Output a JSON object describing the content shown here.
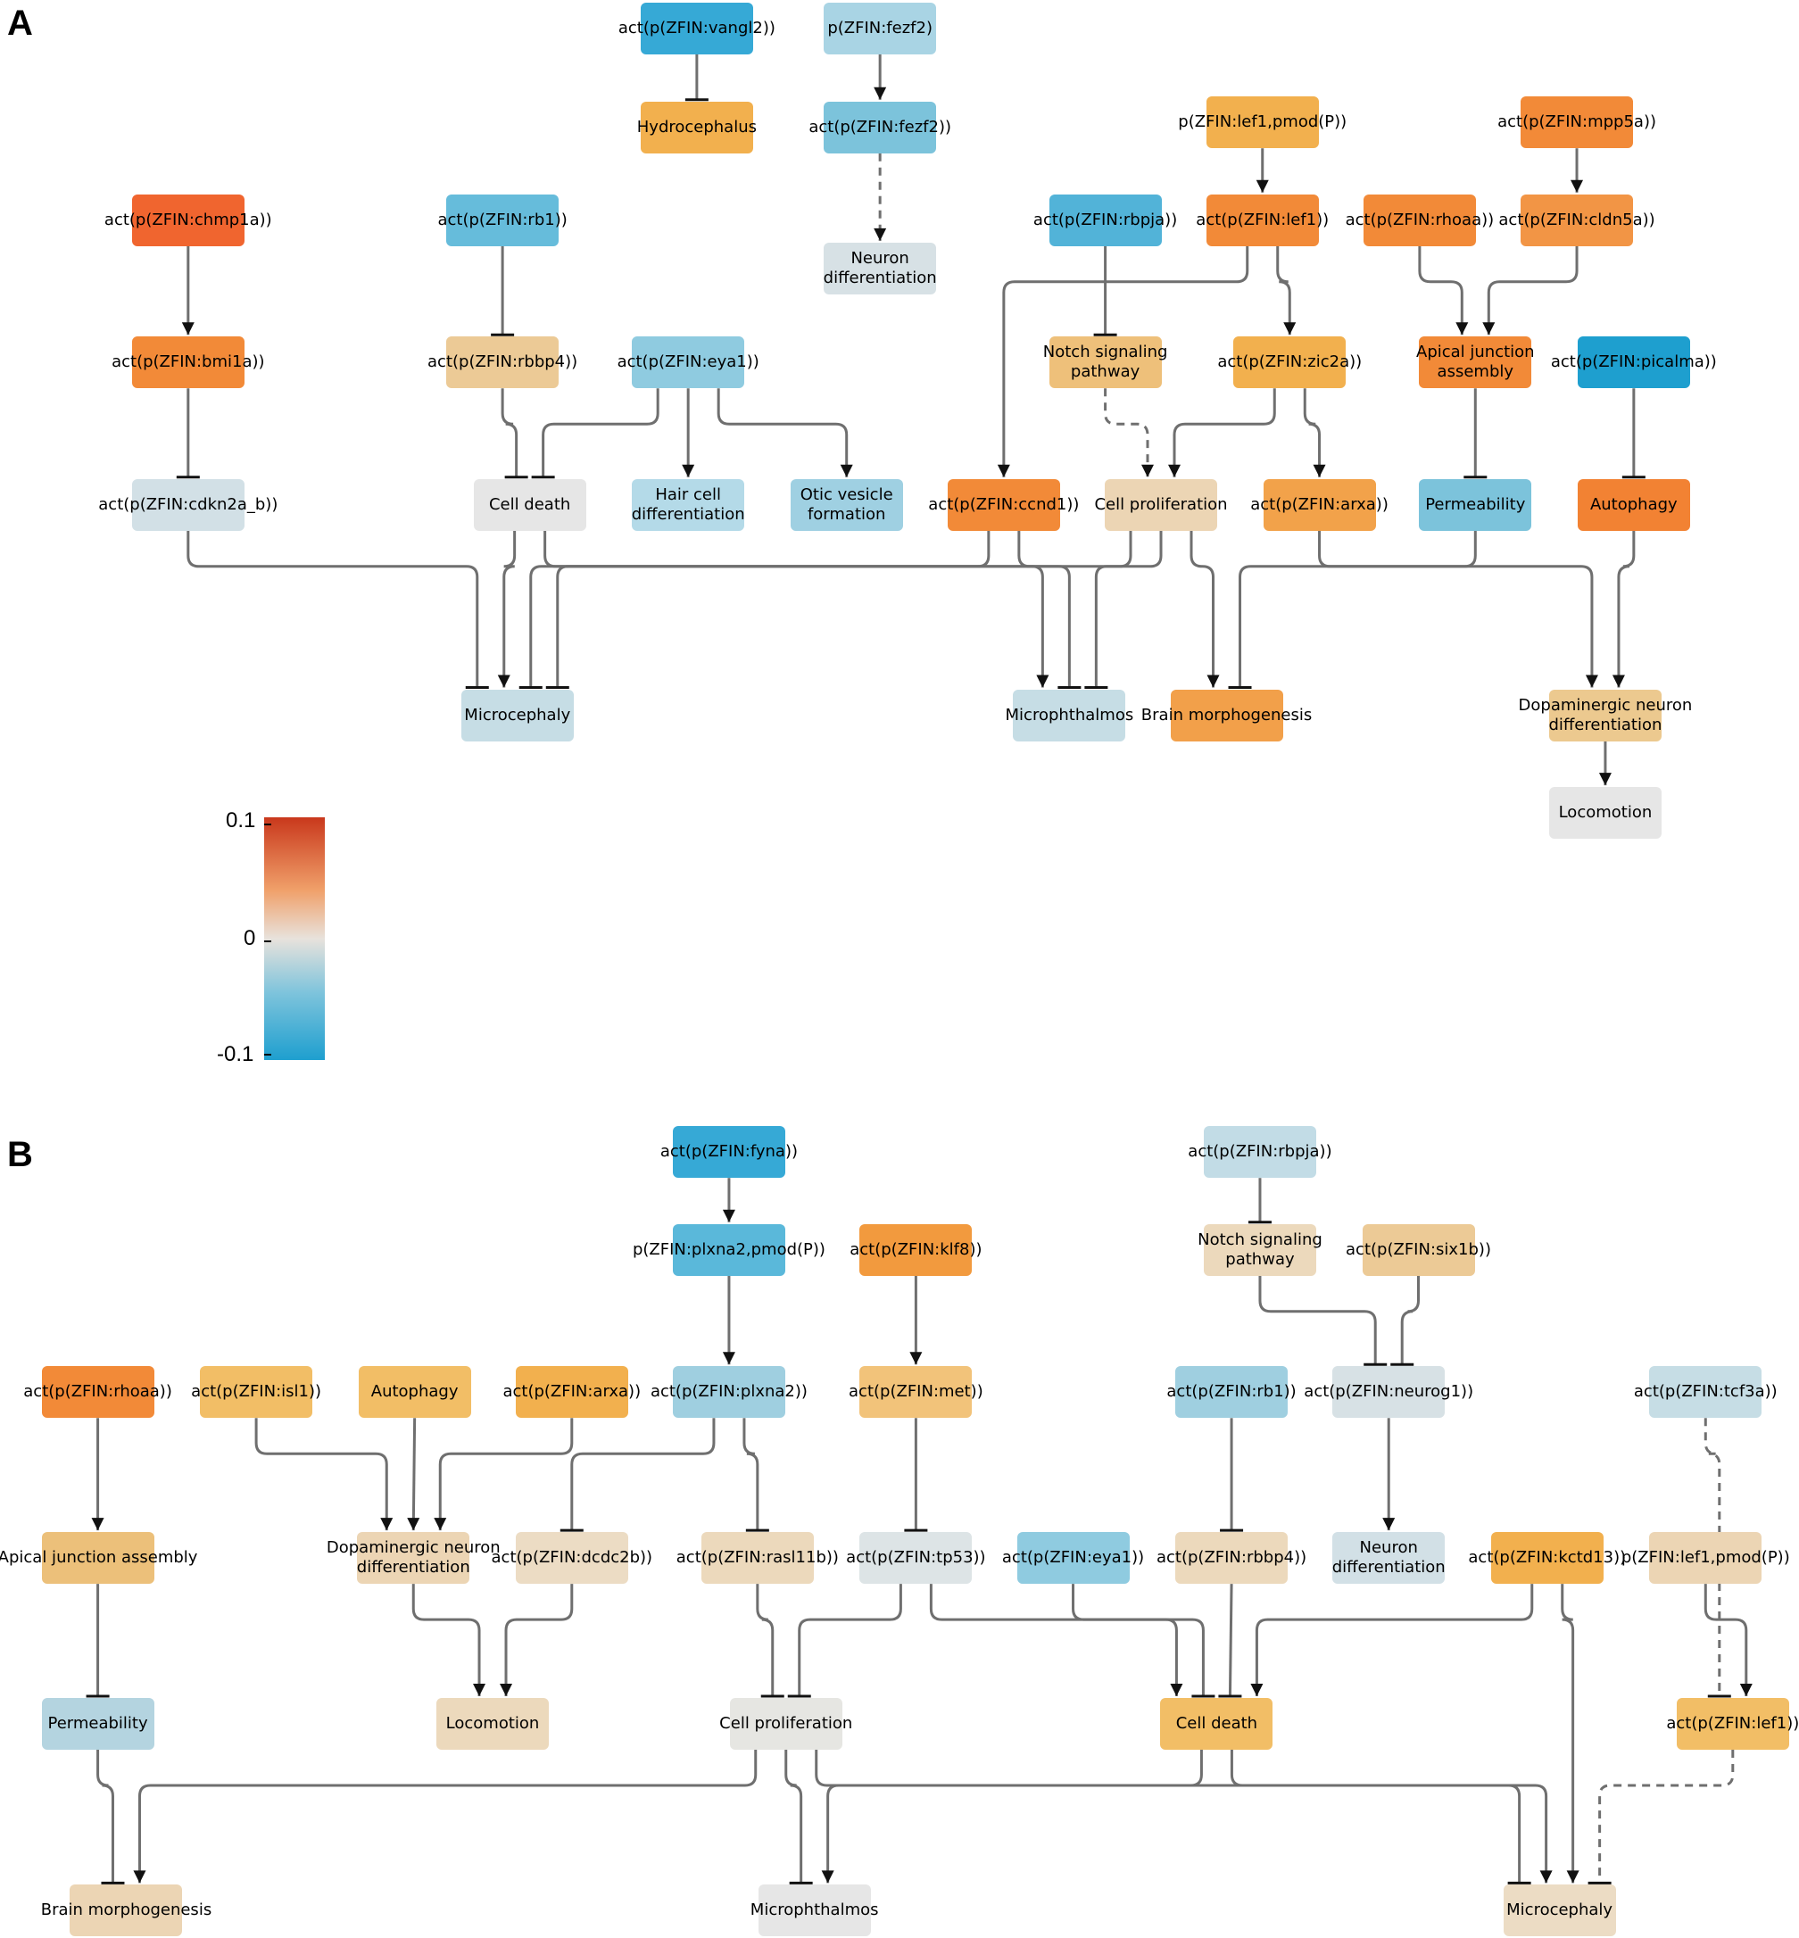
{
  "panels": [
    {
      "id": "A",
      "label": "A"
    },
    {
      "id": "B",
      "label": "B"
    }
  ],
  "colorbar": {
    "max_label": "0.1",
    "mid_label": "0",
    "min_label": "-0.1",
    "max": 0.1,
    "min": -0.1,
    "colors": [
      "#c9381c",
      "#f0a06a",
      "#e8e2dc",
      "#7fc4dc",
      "#1e9fcf"
    ]
  },
  "colors": {
    "edge": "#6f6f6f",
    "strong_orange_red": "#f0652f",
    "orange": "#f28c3a",
    "light_orange": "#f2b04e",
    "beige": "#ecc98f",
    "pale_beige": "#ecd9bc",
    "light_gray": "#e6e3de",
    "pale_blue": "#d2e0e6",
    "light_blue": "#9fcfe0",
    "blue": "#5ab8da",
    "deep_blue": "#1e9fcf"
  },
  "chart_data": {
    "type": "network",
    "panels": [
      {
        "panel": "A",
        "nodes": [
          {
            "id": "vangl2",
            "label": "act(p(ZFIN:vangl2))",
            "color": "#36a9d6"
          },
          {
            "id": "fezf2p",
            "label": "p(ZFIN:fezf2)",
            "color": "#a9d4e4"
          },
          {
            "id": "hydro",
            "label": "Hydrocephalus",
            "color": "#f2b04e"
          },
          {
            "id": "fezf2a",
            "label": "act(p(ZFIN:fezf2))",
            "color": "#7cc3db"
          },
          {
            "id": "neurondiffA",
            "label": "Neuron\ndifferentiation",
            "color": "#d7e1e5"
          },
          {
            "id": "lef1pmodA",
            "label": "p(ZFIN:lef1,pmod(P))",
            "color": "#f2b04e"
          },
          {
            "id": "mpp5a",
            "label": "act(p(ZFIN:mpp5a))",
            "color": "#f28a38"
          },
          {
            "id": "chmp1a",
            "label": "act(p(ZFIN:chmp1a))",
            "color": "#f0652f"
          },
          {
            "id": "rb1A",
            "label": "act(p(ZFIN:rb1))",
            "color": "#66bcdb"
          },
          {
            "id": "rbpjaA",
            "label": "act(p(ZFIN:rbpja))",
            "color": "#52b3d8"
          },
          {
            "id": "lef1A",
            "label": "act(p(ZFIN:lef1))",
            "color": "#f28a38"
          },
          {
            "id": "rhoaaA",
            "label": "act(p(ZFIN:rhoaa))",
            "color": "#f28a38"
          },
          {
            "id": "cldn5a",
            "label": "act(p(ZFIN:cldn5a))",
            "color": "#f29545"
          },
          {
            "id": "bmi1a",
            "label": "act(p(ZFIN:bmi1a))",
            "color": "#f28a38"
          },
          {
            "id": "rbbp4A",
            "label": "act(p(ZFIN:rbbp4))",
            "color": "#ecca96"
          },
          {
            "id": "eya1A",
            "label": "act(p(ZFIN:eya1))",
            "color": "#8fcbe0"
          },
          {
            "id": "notchA",
            "label": "Notch signaling\npathway",
            "color": "#eec07a"
          },
          {
            "id": "zic2a",
            "label": "act(p(ZFIN:zic2a))",
            "color": "#f2b04e"
          },
          {
            "id": "apicalA",
            "label": "Apical junction\nassembly",
            "color": "#f28a38"
          },
          {
            "id": "picalma",
            "label": "act(p(ZFIN:picalma))",
            "color": "#1e9fcf"
          },
          {
            "id": "cdkn2a",
            "label": "act(p(ZFIN:cdkn2a_b))",
            "color": "#d2e0e6"
          },
          {
            "id": "celldeathA",
            "label": "Cell death",
            "color": "#e6e6e6"
          },
          {
            "id": "haircell",
            "label": "Hair cell\ndifferentiation",
            "color": "#b4dae8"
          },
          {
            "id": "otic",
            "label": "Otic vesicle\nformation",
            "color": "#9fd0e2"
          },
          {
            "id": "ccnd1",
            "label": "act(p(ZFIN:ccnd1))",
            "color": "#f28a38"
          },
          {
            "id": "cellprolA",
            "label": "Cell proliferation",
            "color": "#ecd5b4"
          },
          {
            "id": "arxaA",
            "label": "act(p(ZFIN:arxa))",
            "color": "#f2a24a"
          },
          {
            "id": "permA",
            "label": "Permeability",
            "color": "#7cc3db"
          },
          {
            "id": "autophagyA",
            "label": "Autophagy",
            "color": "#f28233"
          },
          {
            "id": "microcephA",
            "label": "Microcephaly",
            "color": "#c6dde5"
          },
          {
            "id": "microphthA",
            "label": "Microphthalmos",
            "color": "#c6dde5"
          },
          {
            "id": "brainmorphA",
            "label": "Brain morphogenesis",
            "color": "#f2a04a"
          },
          {
            "id": "dopaA",
            "label": "Dopaminergic neuron\ndifferentiation",
            "color": "#ecc98f"
          },
          {
            "id": "locoA",
            "label": "Locomotion",
            "color": "#e6e6e6"
          }
        ],
        "edges": [
          {
            "from": "vangl2",
            "to": "hydro",
            "type": "inhibits"
          },
          {
            "from": "fezf2p",
            "to": "fezf2a",
            "type": "increases"
          },
          {
            "from": "fezf2a",
            "to": "neurondiffA",
            "type": "increases_dashed"
          },
          {
            "from": "lef1pmodA",
            "to": "lef1A",
            "type": "increases"
          },
          {
            "from": "mpp5a",
            "to": "cldn5a",
            "type": "increases"
          },
          {
            "from": "chmp1a",
            "to": "bmi1a",
            "type": "increases"
          },
          {
            "from": "rb1A",
            "to": "rbbp4A",
            "type": "inhibits"
          },
          {
            "from": "rbpjaA",
            "to": "notchA",
            "type": "inhibits"
          },
          {
            "from": "lef1A",
            "to": "zic2a",
            "type": "increases"
          },
          {
            "from": "lef1A",
            "to": "ccnd1",
            "type": "increases"
          },
          {
            "from": "rhoaaA",
            "to": "apicalA",
            "type": "increases"
          },
          {
            "from": "cldn5a",
            "to": "apicalA",
            "type": "increases"
          },
          {
            "from": "bmi1a",
            "to": "cdkn2a",
            "type": "inhibits"
          },
          {
            "from": "rbbp4A",
            "to": "celldeathA",
            "type": "inhibits"
          },
          {
            "from": "eya1A",
            "to": "celldeathA",
            "type": "inhibits"
          },
          {
            "from": "eya1A",
            "to": "haircell",
            "type": "increases"
          },
          {
            "from": "eya1A",
            "to": "otic",
            "type": "increases"
          },
          {
            "from": "notchA",
            "to": "cellprolA",
            "type": "increases_dashed"
          },
          {
            "from": "zic2a",
            "to": "cellprolA",
            "type": "increases"
          },
          {
            "from": "zic2a",
            "to": "arxaA",
            "type": "increases"
          },
          {
            "from": "apicalA",
            "to": "permA",
            "type": "inhibits"
          },
          {
            "from": "picalma",
            "to": "autophagyA",
            "type": "inhibits"
          },
          {
            "from": "cdkn2a",
            "to": "microcephA",
            "type": "inhibits"
          },
          {
            "from": "celldeathA",
            "to": "microcephA",
            "type": "increases"
          },
          {
            "from": "ccnd1",
            "to": "microcephA",
            "type": "inhibits"
          },
          {
            "from": "cellprolA",
            "to": "microcephA",
            "type": "inhibits"
          },
          {
            "from": "celldeathA",
            "to": "microphthA",
            "type": "increases"
          },
          {
            "from": "ccnd1",
            "to": "microphthA",
            "type": "inhibits"
          },
          {
            "from": "cellprolA",
            "to": "microphthA",
            "type": "inhibits"
          },
          {
            "from": "cellprolA",
            "to": "brainmorphA",
            "type": "increases"
          },
          {
            "from": "permA",
            "to": "brainmorphA",
            "type": "inhibits"
          },
          {
            "from": "arxaA",
            "to": "dopaA",
            "type": "increases"
          },
          {
            "from": "autophagyA",
            "to": "dopaA",
            "type": "increases"
          },
          {
            "from": "dopaA",
            "to": "locoA",
            "type": "increases"
          }
        ]
      },
      {
        "panel": "B",
        "nodes": [
          {
            "id": "fyna",
            "label": "act(p(ZFIN:fyna))",
            "color": "#36a9d6"
          },
          {
            "id": "rbpjaB",
            "label": "act(p(ZFIN:rbpja))",
            "color": "#c2dce6"
          },
          {
            "id": "plxna2p",
            "label": "p(ZFIN:plxna2,pmod(P))",
            "color": "#5ab8da"
          },
          {
            "id": "klf8",
            "label": "act(p(ZFIN:klf8))",
            "color": "#f29a3e"
          },
          {
            "id": "notchB",
            "label": "Notch signaling\npathway",
            "color": "#ecd9bc"
          },
          {
            "id": "six1b",
            "label": "act(p(ZFIN:six1b))",
            "color": "#ecca96"
          },
          {
            "id": "rhoaaB",
            "label": "act(p(ZFIN:rhoaa))",
            "color": "#f28a38"
          },
          {
            "id": "isl1",
            "label": "act(p(ZFIN:isl1))",
            "color": "#f2be66"
          },
          {
            "id": "autophagyB",
            "label": "Autophagy",
            "color": "#f2be66"
          },
          {
            "id": "arxaB",
            "label": "act(p(ZFIN:arxa))",
            "color": "#f2b04e"
          },
          {
            "id": "plxna2",
            "label": "act(p(ZFIN:plxna2))",
            "color": "#9fcfe0"
          },
          {
            "id": "met",
            "label": "act(p(ZFIN:met))",
            "color": "#f2c37a"
          },
          {
            "id": "rb1B",
            "label": "act(p(ZFIN:rb1))",
            "color": "#9fcfe0"
          },
          {
            "id": "neurog1",
            "label": "act(p(ZFIN:neurog1))",
            "color": "#d7e1e5"
          },
          {
            "id": "tcf3a",
            "label": "act(p(ZFIN:tcf3a))",
            "color": "#c6dde5"
          },
          {
            "id": "apicalB",
            "label": "Apical junction assembly",
            "color": "#ecc07a"
          },
          {
            "id": "dopaB",
            "label": "Dopaminergic neuron\ndifferentiation",
            "color": "#ecd5b4"
          },
          {
            "id": "dcdc2b",
            "label": "act(p(ZFIN:dcdc2b))",
            "color": "#ecdcc4"
          },
          {
            "id": "rasl11b",
            "label": "act(p(ZFIN:rasl11b))",
            "color": "#ecd9bc"
          },
          {
            "id": "tp53",
            "label": "act(p(ZFIN:tp53))",
            "color": "#dde4e6"
          },
          {
            "id": "eya1B",
            "label": "act(p(ZFIN:eya1))",
            "color": "#8fcbe0"
          },
          {
            "id": "rbbp4B",
            "label": "act(p(ZFIN:rbbp4))",
            "color": "#ecd9bc"
          },
          {
            "id": "neurondiffB",
            "label": "Neuron\ndifferentiation",
            "color": "#d2e0e6"
          },
          {
            "id": "kctd13",
            "label": "act(p(ZFIN:kctd13))",
            "color": "#f2b04e"
          },
          {
            "id": "lef1pmodB",
            "label": "p(ZFIN:lef1,pmod(P))",
            "color": "#ecd5b4"
          },
          {
            "id": "permB",
            "label": "Permeability",
            "color": "#b4d4e0"
          },
          {
            "id": "locoB",
            "label": "Locomotion",
            "color": "#ecd9bc"
          },
          {
            "id": "cellprolB",
            "label": "Cell proliferation",
            "color": "#e6e6e2"
          },
          {
            "id": "celldeathB",
            "label": "Cell death",
            "color": "#f2be66"
          },
          {
            "id": "lef1B",
            "label": "act(p(ZFIN:lef1))",
            "color": "#f2be66"
          },
          {
            "id": "brainmorphB",
            "label": "Brain morphogenesis",
            "color": "#ecd5b4"
          },
          {
            "id": "microphthB",
            "label": "Microphthalmos",
            "color": "#e6e6e6"
          },
          {
            "id": "microcephB",
            "label": "Microcephaly",
            "color": "#ecdcc4"
          }
        ],
        "edges": [
          {
            "from": "fyna",
            "to": "plxna2p",
            "type": "increases"
          },
          {
            "from": "plxna2p",
            "to": "plxna2",
            "type": "increases"
          },
          {
            "from": "rbpjaB",
            "to": "notchB",
            "type": "inhibits"
          },
          {
            "from": "klf8",
            "to": "met",
            "type": "increases"
          },
          {
            "from": "notchB",
            "to": "neurog1",
            "type": "inhibits"
          },
          {
            "from": "six1b",
            "to": "neurog1",
            "type": "inhibits"
          },
          {
            "from": "rhoaaB",
            "to": "apicalB",
            "type": "increases"
          },
          {
            "from": "isl1",
            "to": "dopaB",
            "type": "increases"
          },
          {
            "from": "autophagyB",
            "to": "dopaB",
            "type": "increases"
          },
          {
            "from": "arxaB",
            "to": "dopaB",
            "type": "increases"
          },
          {
            "from": "plxna2",
            "to": "dcdc2b",
            "type": "inhibits"
          },
          {
            "from": "plxna2",
            "to": "rasl11b",
            "type": "inhibits"
          },
          {
            "from": "met",
            "to": "tp53",
            "type": "inhibits"
          },
          {
            "from": "rb1B",
            "to": "rbbp4B",
            "type": "inhibits"
          },
          {
            "from": "neurog1",
            "to": "neurondiffB",
            "type": "increases"
          },
          {
            "from": "tcf3a",
            "to": "lef1B",
            "type": "inhibits_dashed"
          },
          {
            "from": "apicalB",
            "to": "permB",
            "type": "inhibits"
          },
          {
            "from": "dopaB",
            "to": "locoB",
            "type": "increases"
          },
          {
            "from": "dcdc2b",
            "to": "locoB",
            "type": "increases"
          },
          {
            "from": "rasl11b",
            "to": "cellprolB",
            "type": "inhibits"
          },
          {
            "from": "tp53",
            "to": "cellprolB",
            "type": "inhibits"
          },
          {
            "from": "tp53",
            "to": "celldeathB",
            "type": "increases"
          },
          {
            "from": "eya1B",
            "to": "celldeathB",
            "type": "inhibits"
          },
          {
            "from": "rbbp4B",
            "to": "celldeathB",
            "type": "inhibits"
          },
          {
            "from": "kctd13",
            "to": "celldeathB",
            "type": "increases"
          },
          {
            "from": "lef1pmodB",
            "to": "lef1B",
            "type": "increases"
          },
          {
            "from": "kctd13",
            "to": "microcephB",
            "type": "increases"
          },
          {
            "from": "permB",
            "to": "brainmorphB",
            "type": "inhibits"
          },
          {
            "from": "cellprolB",
            "to": "brainmorphB",
            "type": "increases"
          },
          {
            "from": "cellprolB",
            "to": "microphthB",
            "type": "inhibits"
          },
          {
            "from": "celldeathB",
            "to": "microphthB",
            "type": "increases"
          },
          {
            "from": "cellprolB",
            "to": "microcephB",
            "type": "inhibits"
          },
          {
            "from": "celldeathB",
            "to": "microcephB",
            "type": "increases"
          },
          {
            "from": "lef1B",
            "to": "microcephB",
            "type": "inhibits_dashed"
          }
        ]
      }
    ]
  }
}
